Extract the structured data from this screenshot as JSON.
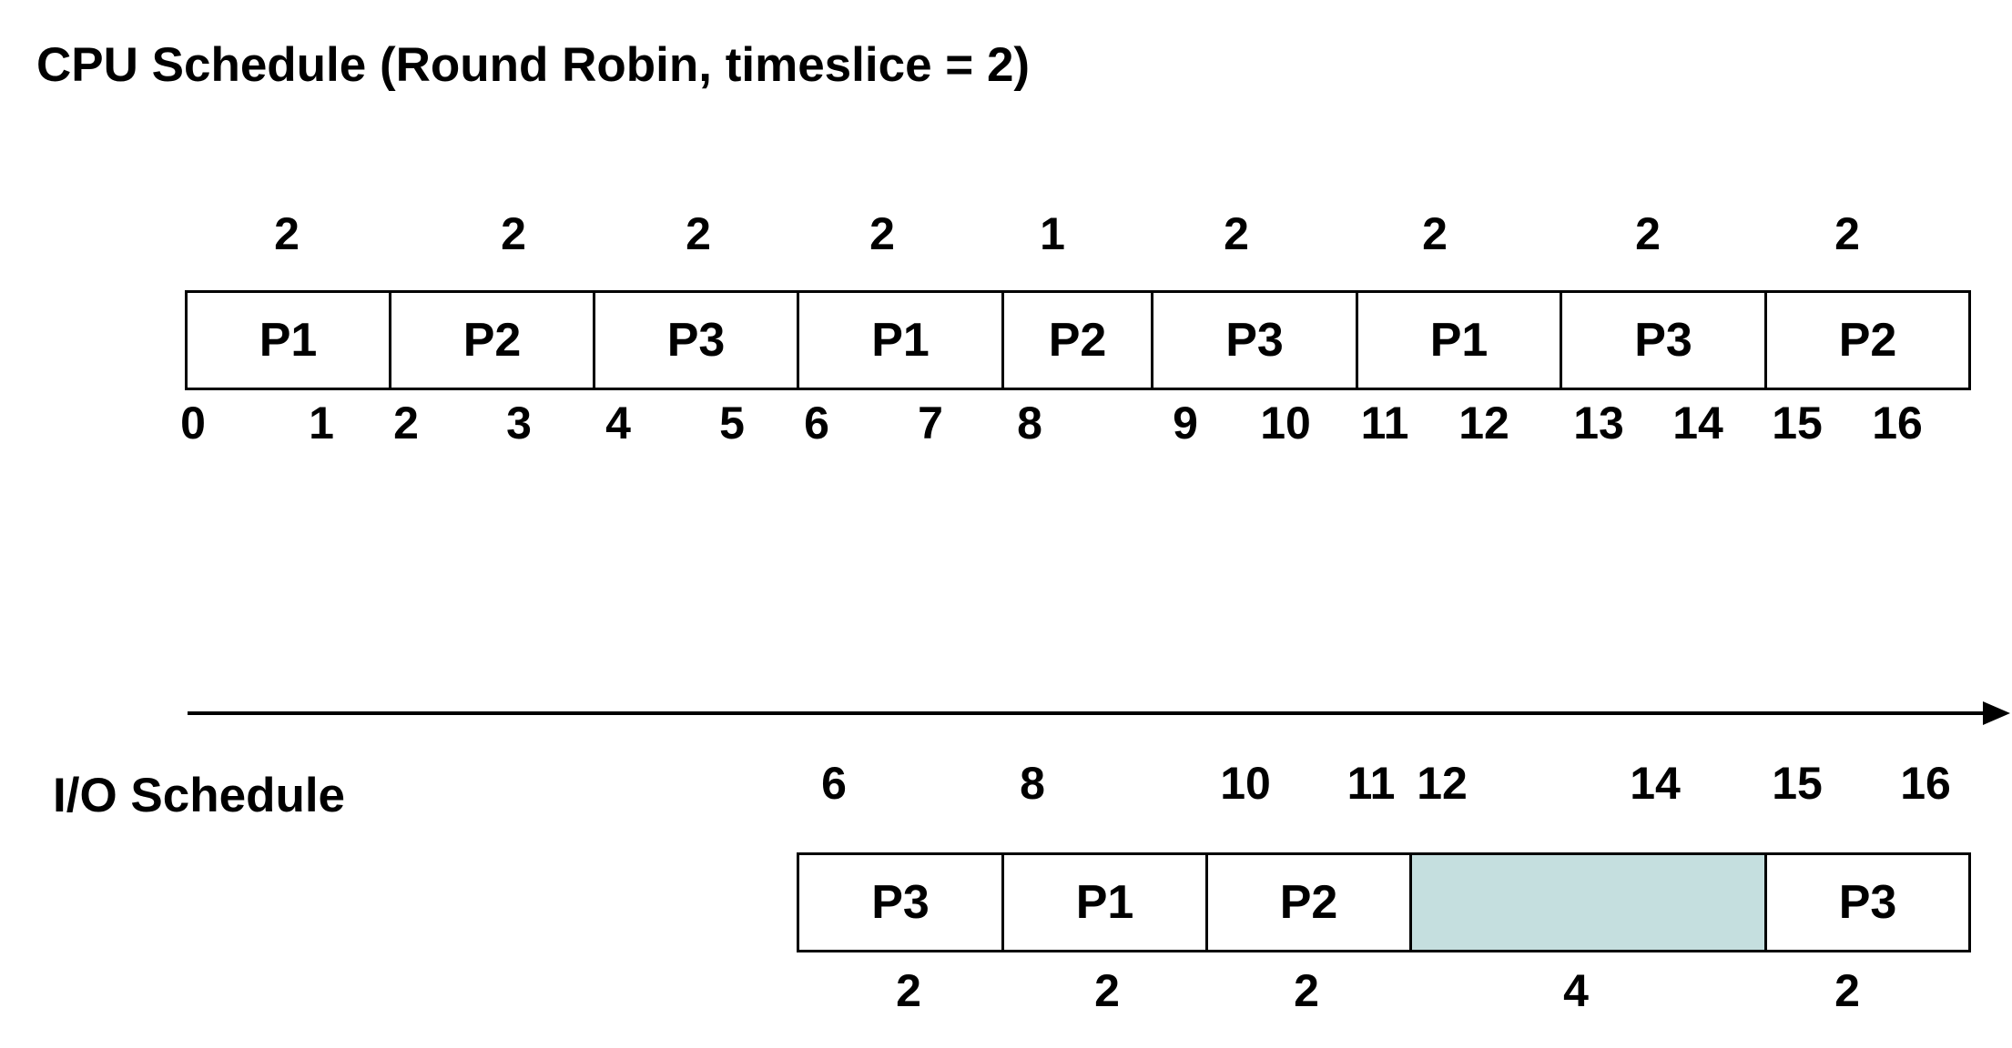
{
  "cpu_schedule": {
    "title": "CPU Schedule (Round Robin, timeslice = 2)",
    "durations": [
      "2",
      "2",
      "2",
      "2",
      "1",
      "2",
      "2",
      "2",
      "2"
    ],
    "blocks": [
      "P1",
      "P2",
      "P3",
      "P1",
      "P2",
      "P3",
      "P1",
      "P3",
      "P2"
    ],
    "time_ticks": [
      "0",
      "1",
      "2",
      "3",
      "4",
      "5",
      "6",
      "7",
      "8",
      "9",
      "10",
      "11",
      "12",
      "13",
      "14",
      "15",
      "16"
    ]
  },
  "io_schedule": {
    "title": "I/O Schedule",
    "time_ticks": [
      "6",
      "8",
      "10",
      "11",
      "12",
      "14",
      "15",
      "16"
    ],
    "blocks": [
      "P3",
      "P1",
      "P2",
      "",
      "P3"
    ],
    "durations": [
      "2",
      "2",
      "2",
      "4",
      "2"
    ],
    "idle_color": "#c5dfdf"
  }
}
